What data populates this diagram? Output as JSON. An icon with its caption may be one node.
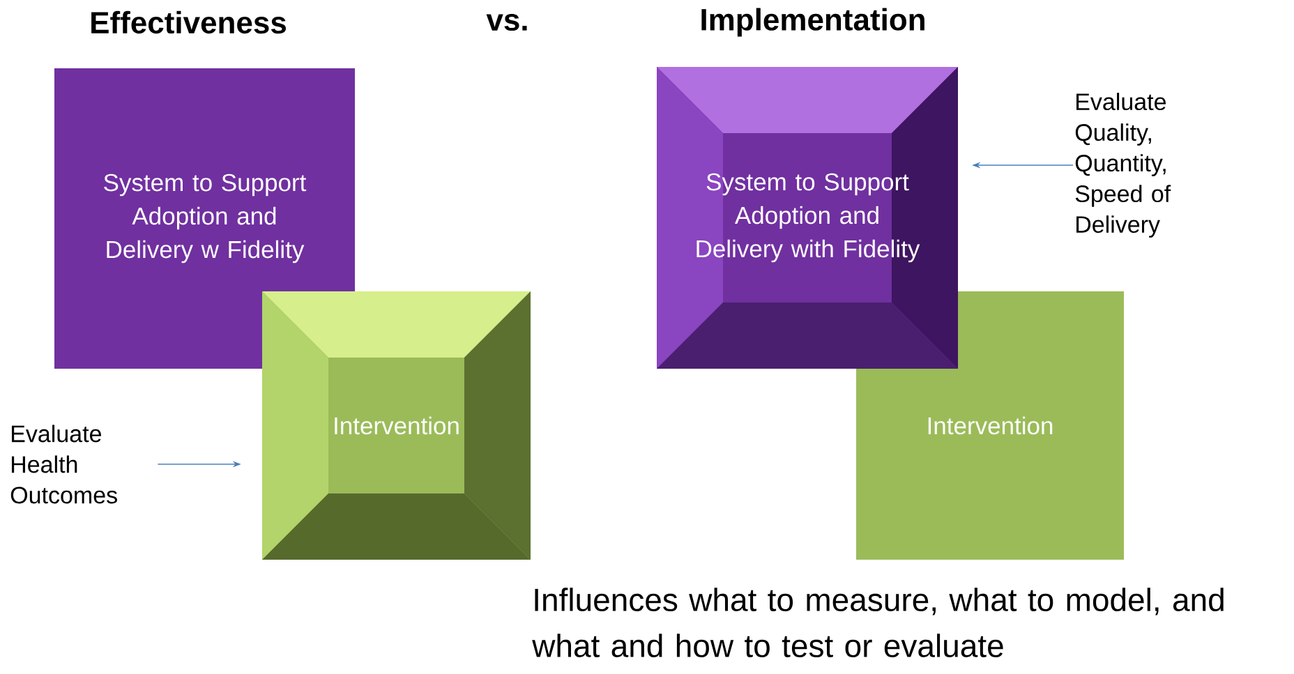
{
  "diagram": {
    "nodes": [
      {
        "text": [
          "System to Support Adoption and Delivery w Fidelity"
        ]
      },
      {
        "text": [
          "Intervention"
        ]
      },
      {
        "text": [
          "Evaluate Health Outcomes"
        ]
      },
      {
        "text": [
          "System to Support Adoption and Delivery with Fidelity"
        ]
      },
      {
        "text": [
          "Intervention"
        ]
      },
      {
        "text": [
          "Evaluate Quality, Quantity, Speed of Delivery"
        ]
      }
    ],
    "edges": [
      {
        "from": 2,
        "to": 1,
        "arrow": "to"
      },
      {
        "from": 5,
        "to": 3,
        "arrow": "to"
      }
    ],
    "labels": [
      "Effectiveness",
      "vs.",
      "Implementation",
      "Influences what to measure, what to model, and what and how to test or evaluate"
    ]
  }
}
